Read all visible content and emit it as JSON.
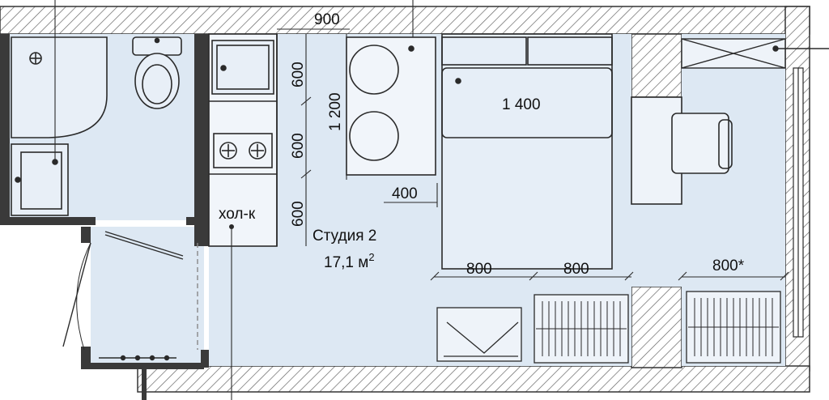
{
  "room": {
    "name": "Студия 2",
    "area": "17,1 м",
    "area_sup": "2"
  },
  "fridge_label": "хол-к",
  "dimensions": {
    "top_width": "900",
    "module_1": "600",
    "module_2": "600",
    "module_3": "600",
    "stove_depth": "1 200",
    "gap": "400",
    "bed_width": "1 400",
    "wardrobe_1": "800",
    "wardrobe_2": "800",
    "wardrobe_3": "800*"
  },
  "colors": {
    "floor": "#dde8f3",
    "wall": "#3a3a3a",
    "hatch": "#555555",
    "line": "#2a2a2a"
  }
}
